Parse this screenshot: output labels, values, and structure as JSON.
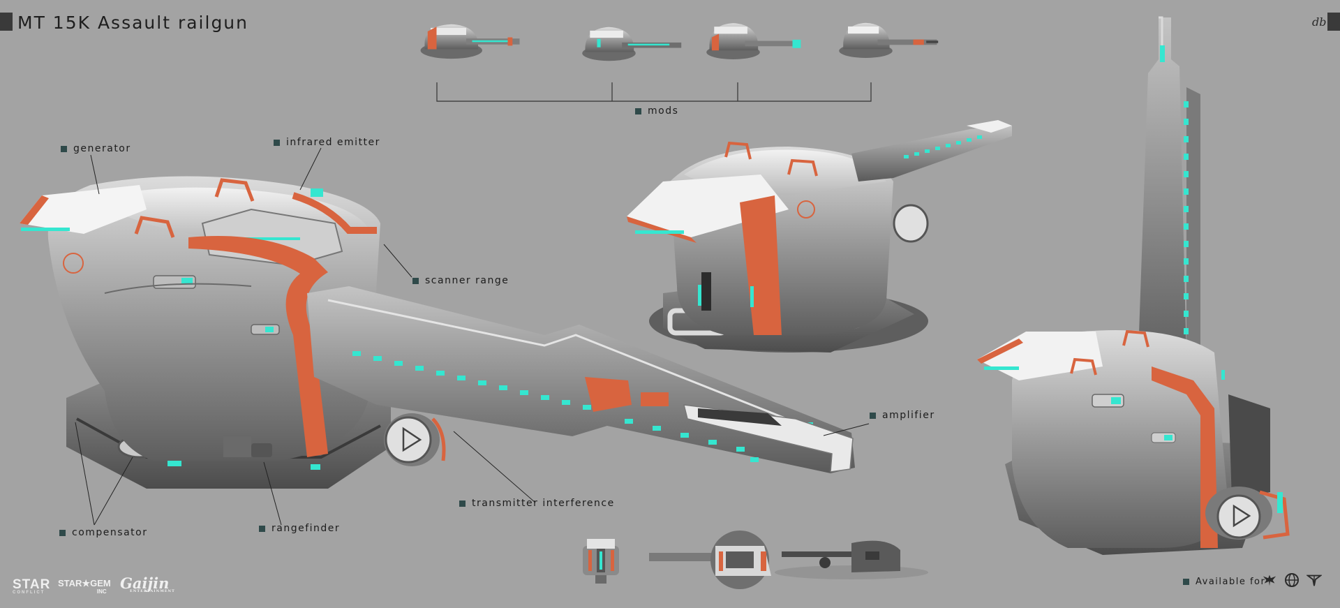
{
  "title": "MT 15K Assault railgun",
  "signature": "db",
  "labels": {
    "mods": "mods",
    "generator": "generator",
    "infrared_emitter": "infrared emitter",
    "scanner_range": "scanner range",
    "amplifier": "amplifier",
    "transmitter_interference": "transmitter interference",
    "compensator": "compensator",
    "rangefinder": "rangefinder",
    "available_for": "Available for"
  },
  "logos": {
    "star_conflict": "STAR",
    "star_conflict_sub": "CONFLICT",
    "star_gem": "STAR★GEM",
    "star_gem_sub": "INC",
    "gaijin": "Gaijin",
    "gaijin_sub": "ENTERTAINMENT"
  },
  "icons": [
    "eagle-emblem-icon",
    "globe-emblem-icon",
    "wing-emblem-icon"
  ],
  "colors": {
    "background": "#a3a3a3",
    "hull": "#8e8e8e",
    "hull_light": "#d6d6d6",
    "accent_orange": "#d8643f",
    "accent_teal": "#35e6d0",
    "bullet": "#2f4a4a"
  }
}
